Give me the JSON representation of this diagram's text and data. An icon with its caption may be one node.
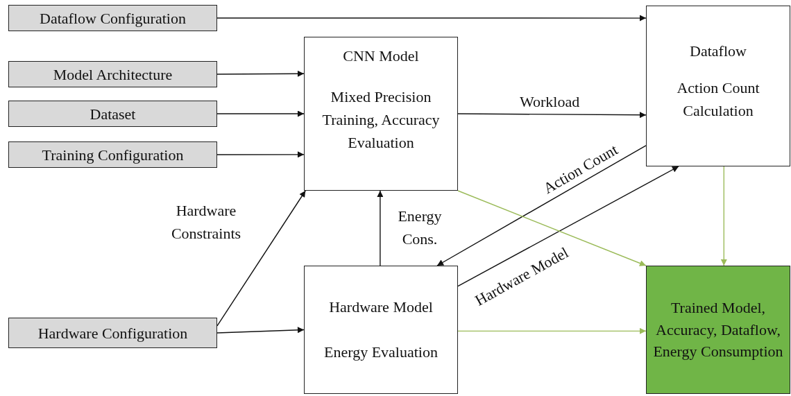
{
  "diagram": {
    "nodes": [
      {
        "text": [
          "Dataflow Configuration"
        ]
      },
      {
        "text": [
          "Model Architecture"
        ]
      },
      {
        "text": [
          "Dataset"
        ]
      },
      {
        "text": [
          "Training Configuration"
        ]
      },
      {
        "text": [
          "CNN Model",
          "Mixed Precision Training, Accuracy Evaluation"
        ]
      },
      {
        "text": [
          "Dataflow",
          "Action Count Calculation"
        ]
      },
      {
        "text": [
          "Hardware Configuration"
        ]
      },
      {
        "text": [
          "Hardware Model",
          "Energy Evaluation"
        ]
      },
      {
        "text": [
          "Trained Model, Accuracy, Dataflow, Energy Consumption"
        ]
      }
    ],
    "edges": [
      {
        "from": 0,
        "to": 5,
        "arrow": "to"
      },
      {
        "from": 1,
        "to": 4,
        "arrow": "to"
      },
      {
        "from": 2,
        "to": 4,
        "arrow": "to"
      },
      {
        "from": 3,
        "to": 4,
        "arrow": "to"
      },
      {
        "from": 4,
        "to": 5,
        "arrow": "to",
        "label": "Workload"
      },
      {
        "from": 5,
        "to": 7,
        "arrow": "to",
        "label": "Action Count"
      },
      {
        "from": 7,
        "to": 5,
        "arrow": "to",
        "label": "Hardware Model"
      },
      {
        "from": 7,
        "to": 4,
        "arrow": "to",
        "label": "Energy Cons."
      },
      {
        "from": 6,
        "to": 4,
        "arrow": "to",
        "label": "Hardware Constraints"
      },
      {
        "from": 6,
        "to": 7,
        "arrow": "to"
      },
      {
        "from": 4,
        "to": 8,
        "arrow": "to",
        "color": "#9bbb59"
      },
      {
        "from": 5,
        "to": 8,
        "arrow": "to",
        "color": "#9bbb59"
      },
      {
        "from": 7,
        "to": 8,
        "arrow": "to",
        "color": "#9bbb59"
      }
    ]
  }
}
